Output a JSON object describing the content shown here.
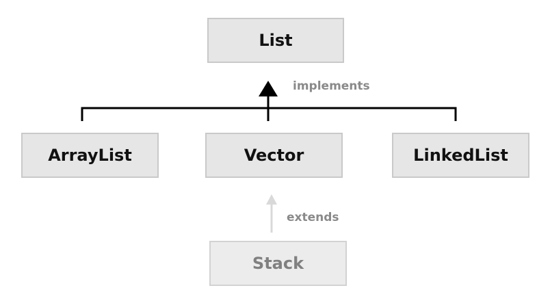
{
  "diagram": {
    "nodes": {
      "list": "List",
      "arraylist": "ArrayList",
      "vector": "Vector",
      "linkedlist": "LinkedList",
      "stack": "Stack"
    },
    "edges": {
      "implements": "implements",
      "extends": "extends"
    },
    "colors": {
      "node_fill": "#e6e6e6",
      "node_border": "#c9c9c9",
      "strong_line": "#000000",
      "faded_line": "#d9d9d9",
      "label_text": "#8a8a8a",
      "faded_text": "#808080"
    }
  }
}
